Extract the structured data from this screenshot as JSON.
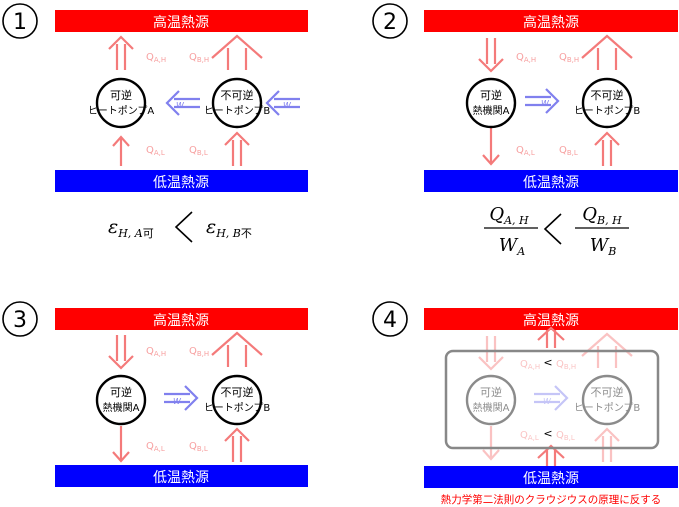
{
  "labels": {
    "high_temp_source": "高温熱源",
    "low_temp_source": "低温熱源",
    "reversible": "可逆",
    "irreversible": "不可逆",
    "heat_pump_a": "ヒートポンプA",
    "heat_pump_b": "ヒートポンプB",
    "heat_engine_a": "熱機関A",
    "q_ah": "Q",
    "q_ah_sub": "A,H",
    "q_bh": "Q",
    "q_bh_sub": "B,H",
    "q_al": "Q",
    "q_al_sub": "A,L",
    "q_bl": "Q",
    "q_bl_sub": "B,L",
    "w": "W",
    "less_than": "<"
  },
  "panels": [
    {
      "number": "1"
    },
    {
      "number": "2"
    },
    {
      "number": "3"
    },
    {
      "number": "4"
    }
  ],
  "formula1": {
    "eps": "ε",
    "left_sub": "H, A",
    "left_suffix": "可",
    "relation": "<",
    "right_sub": "H, B",
    "right_suffix": "不"
  },
  "formula2": {
    "left_num": "Q",
    "left_num_sub": "A, H",
    "left_den": "W",
    "left_den_sub": "A",
    "relation": "<",
    "right_num": "Q",
    "right_num_sub": "B, H",
    "right_den": "W",
    "right_den_sub": "B"
  },
  "caption": "熱力学第二法則のクラウジウスの原理に反する",
  "colors": {
    "hot": "#ff0000",
    "cold": "#0000ff",
    "heat_arrow": "#f47a7a",
    "work_arrow": "#8080ee",
    "caption": "#ff0000"
  }
}
